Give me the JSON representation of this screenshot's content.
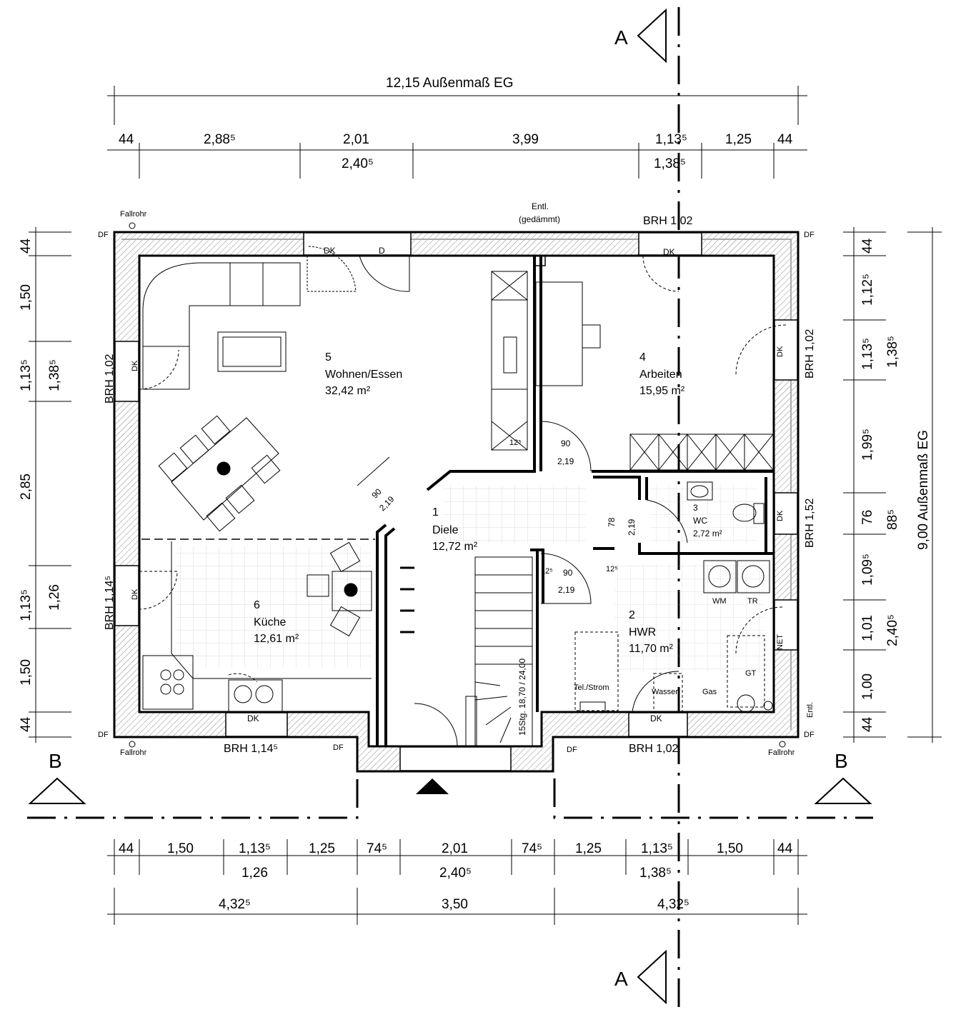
{
  "plan": {
    "overall_width_label": "12,15 Außenmaß EG",
    "overall_depth_label": "9,00 Außenmaß EG",
    "top_dims_row1": [
      "44",
      "2,88⁵",
      "2,01",
      "3,99",
      "1,13⁵",
      "1,25",
      "44"
    ],
    "top_dims_row2": [
      "2,40⁵",
      "1,38⁵"
    ],
    "bottom_dims_row1": [
      "44",
      "1,50",
      "1,13⁵",
      "1,25",
      "74⁵",
      "2,01",
      "74⁵",
      "1,25",
      "1,13⁵",
      "1,50",
      "44"
    ],
    "bottom_dims_row2": [
      "1,26",
      "2,40⁵",
      "1,38⁵"
    ],
    "bottom_dims_row3": [
      "4,32⁵",
      "3,50",
      "4,32⁵"
    ],
    "left_dims_row1": [
      "44",
      "1,50",
      "1,13⁵",
      "2,85",
      "1,13⁵",
      "1,50",
      "44"
    ],
    "left_dims_row2": [
      "1,38⁵",
      "1,26"
    ],
    "right_dims_row1": [
      "44",
      "1,12⁵",
      "1,13⁵",
      "1,99⁵",
      "76",
      "1,09⁵",
      "1,01",
      "1,00",
      "44"
    ],
    "right_dims_row2": [
      "1,38⁵",
      "88⁵",
      "2,40⁵"
    ],
    "section_a": "A",
    "section_b": "B",
    "rooms": [
      {
        "num": "1",
        "name": "Diele",
        "area": "12,72 m²"
      },
      {
        "num": "2",
        "name": "HWR",
        "area": "11,70 m²"
      },
      {
        "num": "3",
        "name": "WC",
        "area": "2,72 m²"
      },
      {
        "num": "4",
        "name": "Arbeiten",
        "area": "15,95 m²"
      },
      {
        "num": "5",
        "name": "Wohnen/Essen",
        "area": "32,42 m²"
      },
      {
        "num": "6",
        "name": "Küche",
        "area": "12,61 m²"
      }
    ],
    "labels": {
      "fallrohr": "Fallrohr",
      "df": "DF",
      "dk": "DK",
      "d": "D",
      "entl": "Entl.",
      "gedaemmt": "(gedämmt)",
      "brh_102": "BRH 1,02",
      "brh_1145": "BRH 1,14⁵",
      "brh_152": "BRH 1,52",
      "door_90": "90",
      "door_219": "2,19",
      "d125": "12⁵",
      "d78": "78",
      "stairs": "15Stg. 18,70 / 24,00",
      "wm": "WM",
      "tr": "TR",
      "gt": "GT",
      "net": "NET",
      "tel": "Tel./Strom",
      "wasser": "Wasser",
      "gas": "Gas"
    }
  }
}
